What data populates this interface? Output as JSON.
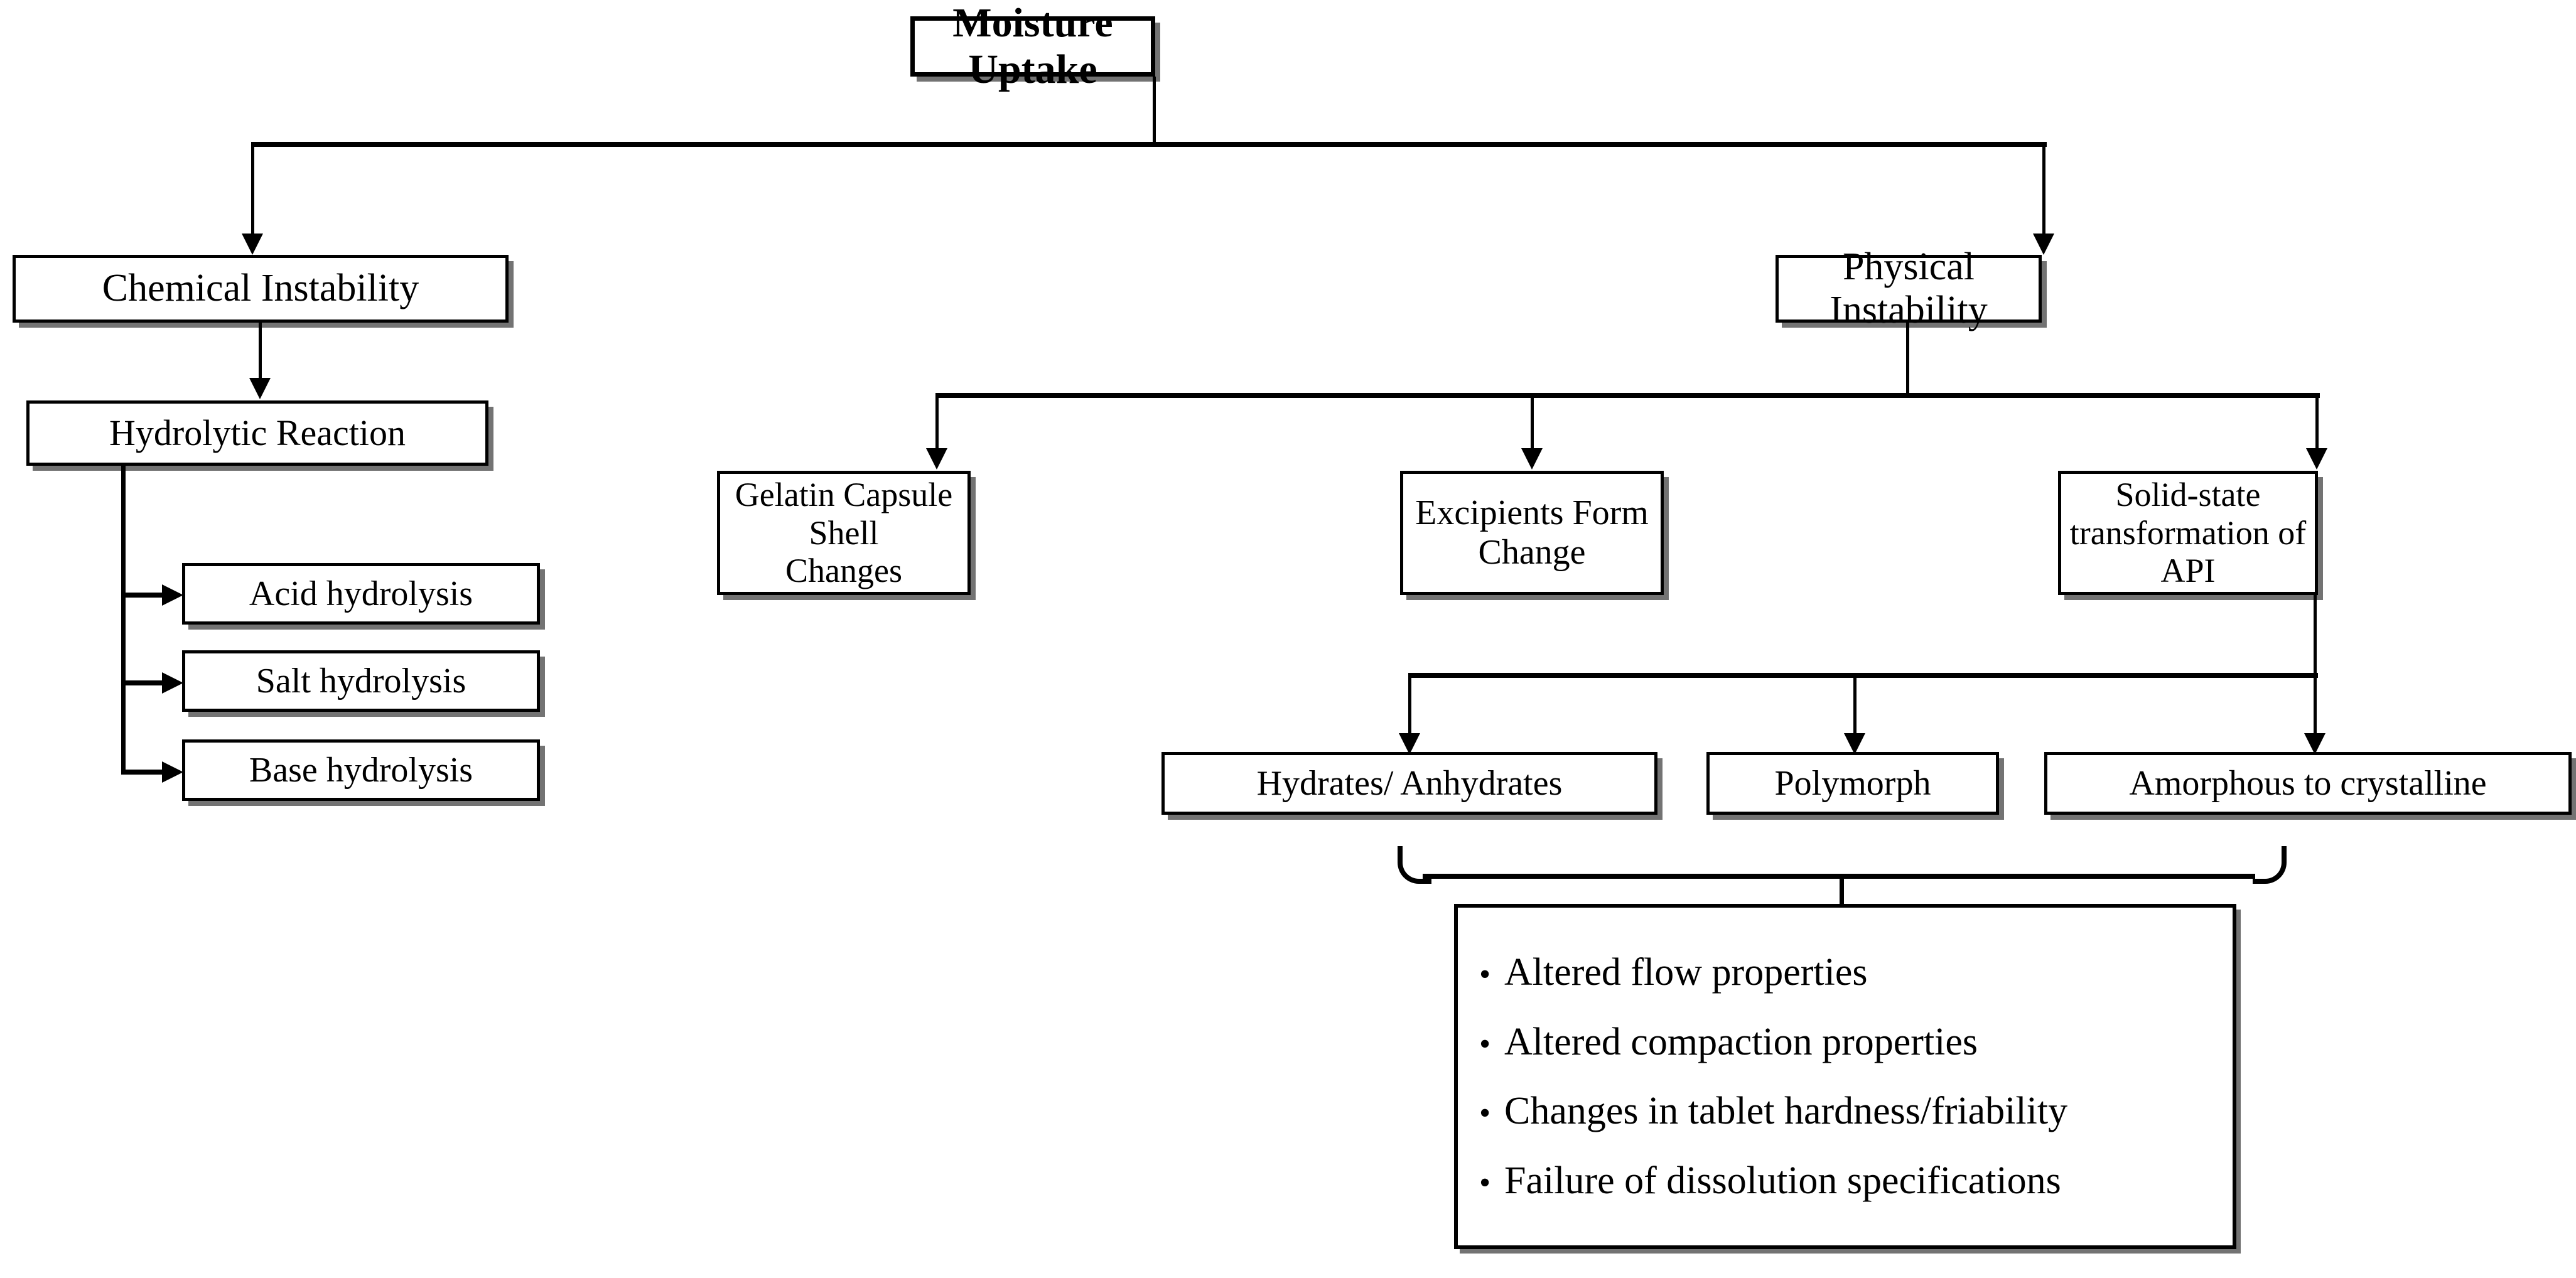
{
  "diagram": {
    "title": "Moisture Uptake",
    "root": {
      "label": "Moisture Uptake"
    },
    "branches": {
      "chemical": {
        "label": "Chemical Instability"
      },
      "physical": {
        "label": "Physical Instability"
      }
    },
    "chemical_path": {
      "hydrolytic": {
        "label": "Hydrolytic Reaction"
      },
      "reactions": [
        {
          "label": "Acid hydrolysis"
        },
        {
          "label": "Salt hydrolysis"
        },
        {
          "label": "Base  hydrolysis"
        }
      ]
    },
    "physical_path": {
      "outcomes": [
        {
          "label": "Gelatin Capsule Shell\nChanges"
        },
        {
          "label": "Excipients Form Change"
        },
        {
          "label": "Solid-state\ntransformation of API"
        }
      ],
      "solid_state_forms": [
        {
          "label": "Hydrates/ Anhydrates"
        },
        {
          "label": "Polymorph"
        },
        {
          "label": "Amorphous to crystalline"
        }
      ],
      "consequences": {
        "bullet_glyph": "•",
        "items": [
          "Altered flow properties",
          "Altered compaction properties",
          "Changes in tablet hardness/friability",
          "Failure of dissolution specifications"
        ]
      }
    },
    "colors": {
      "stroke": "#000000",
      "fill": "#ffffff",
      "text": "#000000"
    }
  }
}
